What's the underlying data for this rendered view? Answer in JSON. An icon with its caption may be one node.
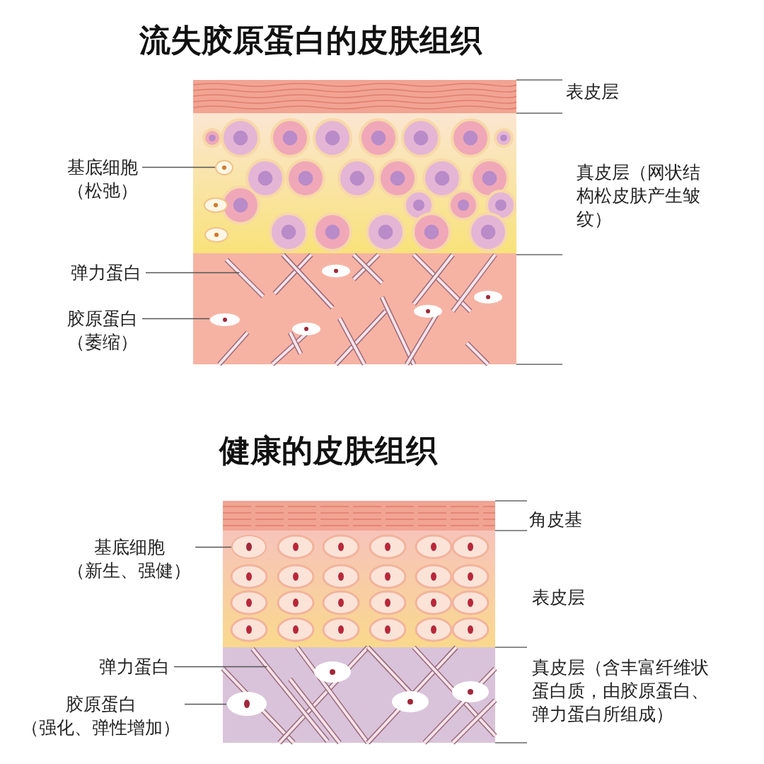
{
  "diagram": {
    "title": "流失胶原蛋白的皮肤组织",
    "nodes": [
      {
        "text": [
          "基底细胞",
          "（松弛）"
        ]
      },
      {
        "text": [],
        "shape": "circle"
      },
      {
        "text": [
          "弹力蛋白"
        ]
      },
      {
        "text": [],
        "shape": "bar"
      },
      {
        "text": [
          "胶原蛋白",
          "（萎缩）"
        ]
      },
      {
        "text": [],
        "shape": "circle"
      },
      {
        "text": [
          "基底细胞",
          "（新生、强健）"
        ]
      },
      {
        "text": [],
        "shape": "circle"
      },
      {
        "text": [
          "弹力蛋白"
        ]
      },
      {
        "text": [],
        "shape": "bar"
      },
      {
        "text": [
          "胶原蛋白",
          "（强化、弹性增加）"
        ]
      },
      {
        "text": [],
        "shape": "circle"
      }
    ],
    "edges": [
      {
        "from": 0,
        "to": 1,
        "arrow": "none"
      },
      {
        "from": 2,
        "to": 3,
        "arrow": "none"
      },
      {
        "from": 4,
        "to": 5,
        "arrow": "none"
      },
      {
        "from": 6,
        "to": 7,
        "arrow": "none"
      },
      {
        "from": 8,
        "to": 9,
        "arrow": "none"
      },
      {
        "from": 10,
        "to": 11,
        "arrow": "none"
      }
    ],
    "labels": [
      "表皮层",
      "真皮层（网状结构松皮肤产生皱纹）",
      "健康的皮肤组织",
      "角皮基",
      "表皮层",
      "真皮层（含丰富纤维状蛋白质，由胶原蛋白、弹力蛋白所组成）"
    ]
  }
}
